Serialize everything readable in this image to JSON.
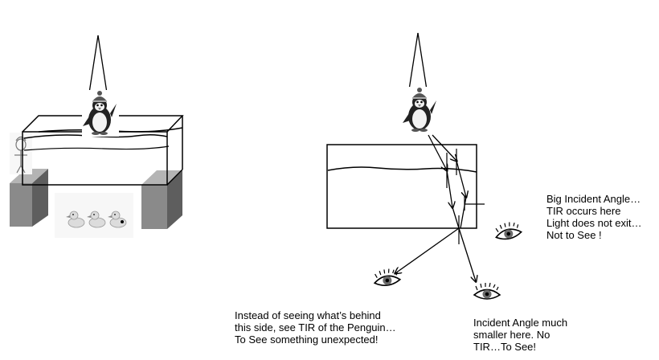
{
  "annotations": {
    "tir_occurs": "Big Incident Angle…\nTIR occurs here\nLight does not exit…\nNot to See !",
    "see_unexpected": "Instead of seeing what’s behind\nthis side, see TIR of the Penguin…\nTo See something unexpected!",
    "no_tir": "Incident Angle much\nsmaller here.  No\nTIR…To See!"
  },
  "colors": {
    "line": "#000000",
    "pedestal_front": "#8a8a8a",
    "pedestal_side": "#5e5e5e",
    "pedestal_top": "#b4b4b4",
    "eye_iris": "#6b6b6b"
  },
  "icons": [
    "penguin-icon",
    "rubber-duck-icon",
    "eye-icon",
    "figurine-icon"
  ]
}
